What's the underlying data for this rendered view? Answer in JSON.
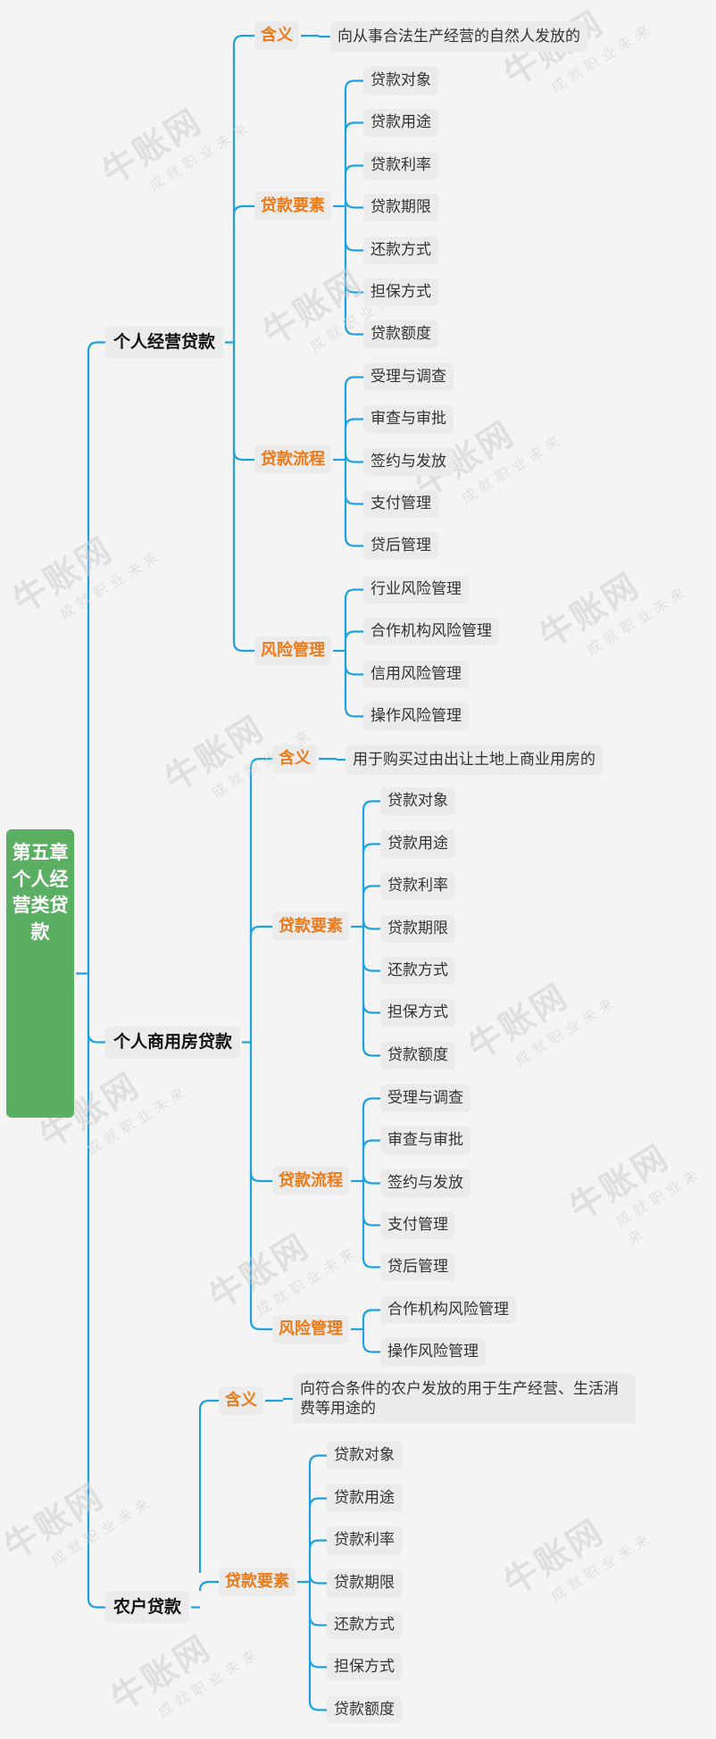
{
  "root": {
    "title": "第五章个人经营类贷款"
  },
  "colors": {
    "line": "#1fa0e0",
    "accent": "#ef7a1a",
    "root": "#5aaf62"
  },
  "watermark": {
    "brand": "牛账网",
    "slogan": "成就职业未来"
  },
  "branches": [
    {
      "label": "个人经营贷款",
      "meaning_label": "含义",
      "meaning": "向从事合法生产经营的自然人发放的",
      "elements_label": "贷款要素",
      "elements": [
        "贷款对象",
        "贷款用途",
        "贷款利率",
        "贷款期限",
        "还款方式",
        "担保方式",
        "贷款额度"
      ],
      "process_label": "贷款流程",
      "process": [
        "受理与调查",
        "审查与审批",
        "签约与发放",
        "支付管理",
        "贷后管理"
      ],
      "risk_label": "风险管理",
      "risk": [
        "行业风险管理",
        "合作机构风险管理",
        "信用风险管理",
        "操作风险管理"
      ]
    },
    {
      "label": "个人商用房贷款",
      "meaning_label": "含义",
      "meaning": "用于购买过由出让土地上商业用房的",
      "elements_label": "贷款要素",
      "elements": [
        "贷款对象",
        "贷款用途",
        "贷款利率",
        "贷款期限",
        "还款方式",
        "担保方式",
        "贷款额度"
      ],
      "process_label": "贷款流程",
      "process": [
        "受理与调查",
        "审查与审批",
        "签约与发放",
        "支付管理",
        "贷后管理"
      ],
      "risk_label": "风险管理",
      "risk": [
        "合作机构风险管理",
        "操作风险管理"
      ]
    },
    {
      "label": "农户贷款",
      "meaning_label": "含义",
      "meaning": "向符合条件的农户发放的用于生产经营、生活消费等用途的",
      "elements_label": "贷款要素",
      "elements": [
        "贷款对象",
        "贷款用途",
        "贷款利率",
        "贷款期限",
        "还款方式",
        "担保方式",
        "贷款额度"
      ]
    }
  ]
}
